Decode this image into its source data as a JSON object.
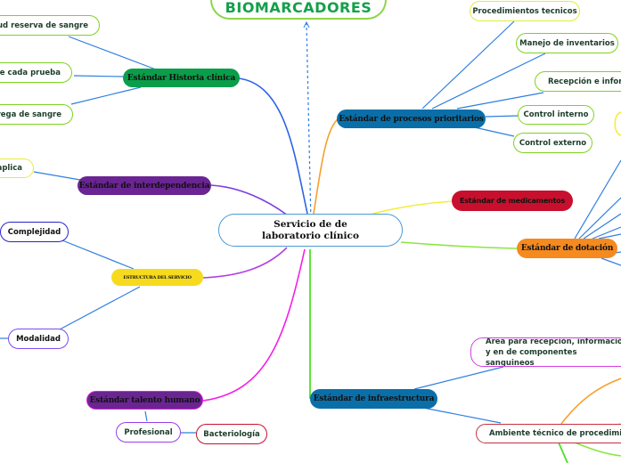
{
  "title_node": {
    "label": "BIOMARCADORES"
  },
  "root": {
    "label": "Servicio de de laboratorio clínico"
  },
  "branches": {
    "historia_clinica": {
      "label": "Estándar Historia clínica",
      "color": "#0a9e4a",
      "children": [
        "licitud reserva de sangre",
        "s de cada prueba",
        "ntrega de sangre"
      ]
    },
    "interdependencia": {
      "label": "Estándar de interdependencia",
      "color": "#6a2592",
      "children": [
        "aplica"
      ]
    },
    "estructura": {
      "label": "ESTRUCTURA DEL SERVICIO",
      "color": "#f6da1d",
      "children": [
        "Complejidad",
        "Modalidad"
      ]
    },
    "talento_humano": {
      "label": "Estándar talento humano",
      "color": "#6a2592",
      "children": [
        "Profesional"
      ],
      "grandchildren": [
        "Bacteriología"
      ]
    },
    "procesos": {
      "label": "Estándar de procesos prioritarios",
      "color": "#0a6fa8",
      "children": [
        "Procedimientos tecnicos",
        "Manejo de inventarios",
        "Recepción e informac",
        "Control interno",
        "Control externo"
      ]
    },
    "medicamentos": {
      "label": "Estándar de medicamentos",
      "color": "#c8102e"
    },
    "dotacion": {
      "label": "Estándar de dotación",
      "color": "#f58a1f"
    },
    "infraestructura": {
      "label": "Estándar de infraestructura",
      "color": "#0a6fa8",
      "children": [
        "Área para recepción, información y en de componentes sanguineos",
        "Ambiente técnico de procedimientos"
      ]
    }
  },
  "colors": {
    "leaf_border": "#7ed321",
    "link_blue": "#2f7fe0",
    "root_border": "#4a9bd6"
  }
}
